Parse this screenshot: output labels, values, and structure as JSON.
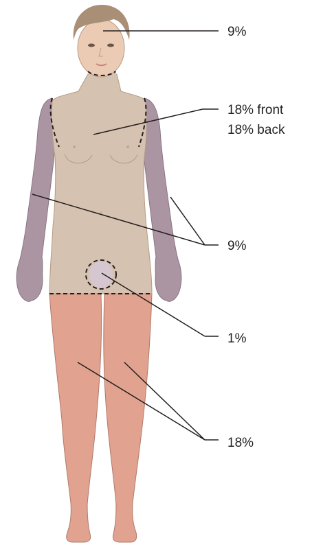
{
  "labels": {
    "head": "9%",
    "trunk_front": "18% front",
    "trunk_back": "18% back",
    "arms": "9%",
    "genital": "1%",
    "legs": "18%"
  },
  "colors": {
    "trunk": "#d6c2b0",
    "skin": "#eccbb4",
    "arm": "#ab95a3",
    "leg": "#e1a28f",
    "hair": "#a98f76",
    "line": "#231f20",
    "outline": "#b39b86"
  }
}
